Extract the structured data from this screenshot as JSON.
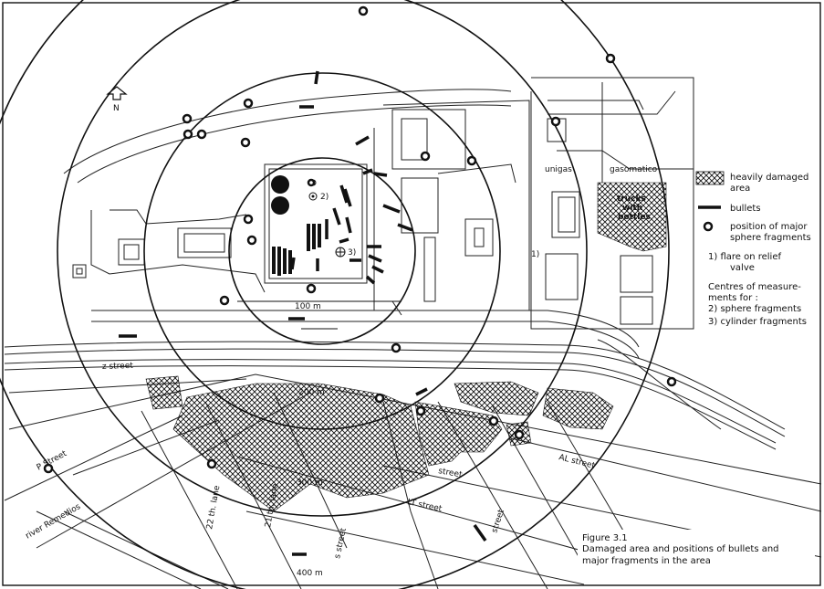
{
  "north_label": "N",
  "legend": {
    "heavily_damaged": [
      "heavily damaged",
      "area"
    ],
    "bullets": "bullets",
    "fragments": [
      "position of major",
      "sphere fragments"
    ],
    "flare": [
      "1)  flare on relief",
      "valve"
    ],
    "centres": [
      "Centres of measure-",
      "ments for :",
      "2)  sphere fragments",
      "3)  cylinder fragments"
    ]
  },
  "plant_labels": {
    "unigas": "unigas",
    "gasomatico": "gasomatico",
    "trucks": [
      "trucks",
      "with",
      "bottles"
    ],
    "marker_1": "1)",
    "marker_2": "2)",
    "marker_3": "3)"
  },
  "radius_labels": [
    "100 m",
    "200 m",
    "300 m",
    "400 m"
  ],
  "street_labels": {
    "z_street": "z  street",
    "p_street": "P Street",
    "river": "river Remedios",
    "lane_22": "22 th. lane",
    "lane_21": "21 th. lane",
    "s_street": "s  street",
    "lt_street": "LT street",
    "al_street": "AL street",
    "street_mid": "street",
    "street_right": "street"
  },
  "caption": [
    "Figure 3.1",
    "Damaged area and positions of bullets and",
    "major fragments in the area"
  ],
  "colors": {
    "ink": "#111111",
    "paper": "#ffffff"
  }
}
